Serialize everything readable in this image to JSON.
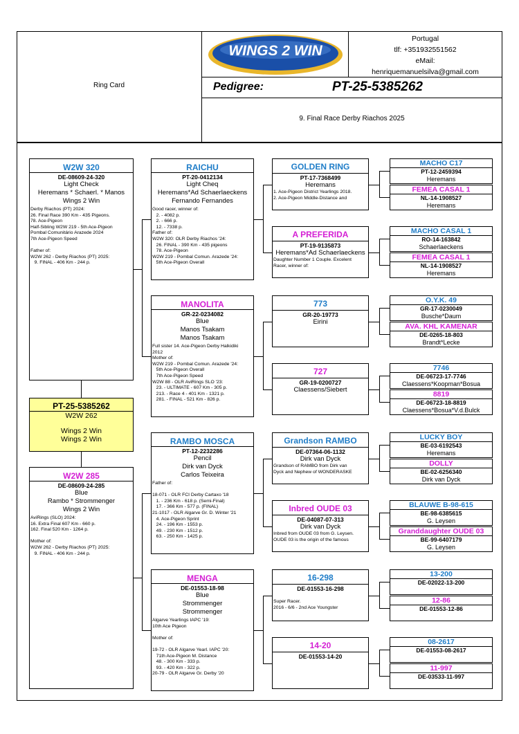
{
  "header": {
    "ring_card": "Ring Card",
    "logo_text": "WINGS 2 WIN",
    "country": "Portugal",
    "phone": "tlf: +351932551562",
    "email_label": "eMail:",
    "email": "henriquemanuelsilva@gmail.com",
    "pedigree_label": "Pedigree:",
    "pedigree_ring": "PT-25-5385262",
    "subtitle": "9. Final Race Derby Riachos 2025"
  },
  "subject": {
    "ring": "PT-25-5385262",
    "name": "W2W 262",
    "breeder1": "Wings 2 Win",
    "breeder2": "Wings 2 Win"
  },
  "gen1": {
    "sire": {
      "name": "W2W 320",
      "ring": "DE-08609-24-320",
      "color": "Light Check",
      "strain": "Heremans * Schaerl. * Manos",
      "owner": "Wings 2 Win",
      "notes": [
        "Derby Riachos (PT) 2024:",
        "26. Final Race 390 Km - 435 Pigeons.",
        "78. Ace-Pigeon",
        "Half-Sibling W2W 219 - 5th Ace-Pigeon",
        "Pombal Comunitário Arazede 2024",
        "7th Ace-Pigeon Speed",
        "",
        "Father of:",
        "W2W 262 - Derby Riachos (PT) 2025:",
        "   9. FINAL - 406 Km - 244 p."
      ]
    },
    "dam": {
      "name": "W2W 285",
      "ring": "DE-08609-24-285",
      "color": "Blue",
      "strain": "Rambo * Strommenger",
      "owner": "Wings 2 Win",
      "notes": [
        "AviRings (SLO) 2024:",
        "16. Extra Final 607 Km - 660 p.",
        "162. Final 520 Km - 1264 p.",
        "",
        "Mother of:",
        "W2W 262 - Derby Riachos (PT) 2025:",
        "   9. FINAL - 406 Km - 244 p."
      ]
    }
  },
  "gen2": [
    {
      "name": "RAICHU",
      "ring": "PT-20-0412134",
      "color": "Light Cheq",
      "strain": "Heremans*Ad Schaerlaeckens",
      "owner": "Fernando Fernandes",
      "notes": [
        "Good racer, winner of:",
        "   2. - 4082 p.",
        "   2. - 666 p.",
        "   12. - 7338 p.",
        "Father of:",
        "W2W 320: OLR Derby Riachos '24:",
        "   26. FINAL - 390 Km - 435 pigeons",
        "   78. Ace-Pigeon",
        "W2W 219 - Pombal Comun. Arazede '24:",
        "   5th Ace-Pigeon Overall"
      ]
    },
    {
      "name": "MANOLITA",
      "ring": "GR-22-0234082",
      "color": "Blue",
      "strain": "Manos Tsakam",
      "owner": "Manos Tsakam",
      "notes": [
        "Full sister 14. Ace-Pigeon Derby Halkidiki",
        "2012",
        "Mother of:",
        "W2W 219 - Pombal Comun. Arazede '24:",
        "   5th Ace-Pigeon Overall",
        "   7th Ace-Pigeon Speed",
        "W2W 88 - OLR AviRings SLO '23:",
        "   23. - ULTIMATE - 607 Km - 305 p.",
        "   213. - Race 4 - 401 Km - 1321 p.",
        "   281. - FINAL - 521 Km - 826 p."
      ]
    },
    {
      "name": "RAMBO MOSCA",
      "ring": "PT-12-2232286",
      "color": "Pencil",
      "strain": "Dirk van Dyck",
      "owner": "Carlos Teixeira",
      "notes": [
        "Father of:",
        "",
        "18-071 - OLR FCI Derby Cartaxo '18",
        "   1. - 236 Km - 618 p. (Semi-Final)",
        "   17. - 366 Km - 577 p. (FINAL)",
        "21-1017 - OLR Algarve Gr. D. Winter '21",
        "   4. Ace-Pigeon Sprint",
        "   24. - 196 Km - 1553 p.",
        "   49. - 230 Km - 1512 p.",
        "   63. - 250 Km - 1425 p."
      ]
    },
    {
      "name": "MENGA",
      "ring": "DE-01553-18-98",
      "color": "Blue",
      "strain": "Strommenger",
      "owner": "Strommenger",
      "notes": [
        "Algarve Yearlings IAPC '19:",
        "10th Ace Pigeon",
        "",
        "Mother of:",
        "",
        "19-72 - OLR Algarve Yearl. IAPC '20:",
        "   71th Ace-Pigeon M. Distance",
        "   48. - 300 Km - 333 p.",
        "   93. - 420 Km - 322 p.",
        "20-79 - OLR Algarve Gr. Derby '20"
      ]
    }
  ],
  "gen3": [
    {
      "name": "GOLDEN RING",
      "ring": "PT-17-7368499",
      "strain": "Heremans",
      "notes": [
        "1. Ace-Pigeon District Yearlings 2018.",
        "2. Ace-Pigeon Middle-Distance and"
      ]
    },
    {
      "name": "A PREFERIDA",
      "ring": "PT-19-9135873",
      "strain": "Heremans*Ad Schaerlaeckens",
      "notes": [
        "Daughter Number 1 Couple. Excelent",
        "Racer, winner of:"
      ]
    },
    {
      "name": "773",
      "ring": "GR-20-19773",
      "strain": "Eirini",
      "notes": []
    },
    {
      "name": "727",
      "ring": "GR-19-0200727",
      "strain": "Claessens/Siebert",
      "notes": []
    },
    {
      "name": "Grandson RAMBO",
      "ring": "DE-07364-06-1132",
      "strain": "Dirk van Dyck",
      "notes": [
        "Grandson of RAMBO from Dirk van",
        "Dyck and Nephew of WONDERASKE"
      ]
    },
    {
      "name": "Inbred OUDE 03",
      "ring": "DE-04087-07-313",
      "strain": "Dirk van Dyck",
      "notes": [
        "Inbred from OUDE 03 from G. Leysen.",
        "OUDE 03 is the origin of the famous"
      ]
    },
    {
      "name": "16-298",
      "ring": "DE-01553-16-298",
      "strain": "",
      "notes": [
        "Super Racer.",
        "2016 - 6/6 - 2nd Ace Youngster"
      ]
    },
    {
      "name": "14-20",
      "ring": "DE-01553-14-20",
      "strain": "",
      "notes": []
    }
  ],
  "gen4": [
    {
      "name": "MACHO C17",
      "ring": "PT-12-2459394",
      "strain": "Heremans"
    },
    {
      "name": "FEMEA CASAL 1",
      "ring": "NL-14-1908527",
      "strain": "Heremans"
    },
    {
      "name": "MACHO CASAL 1",
      "ring": "RO-14-163842",
      "strain": "Schaerlaeckens"
    },
    {
      "name": "FEMEA CASAL 1",
      "ring": "NL-14-1908527",
      "strain": "Heremans"
    },
    {
      "name": "O.Y.K. 49",
      "ring": "GR-17-0230049",
      "strain": "Busche*Daum"
    },
    {
      "name": "AVA. KHL KAMENAR",
      "ring": "DE-0265-18-803",
      "strain": "Brandt*Lecke"
    },
    {
      "name": "7746",
      "ring": "DE-06723-17-7746",
      "strain": "Claessens*Koopman*Bosua"
    },
    {
      "name": "8819",
      "ring": "DE-06723-18-8819",
      "strain": "Claessens*Bosua*V.d.Bulck"
    },
    {
      "name": "LUCKY BOY",
      "ring": "BE-03-6192543",
      "strain": "Heremans"
    },
    {
      "name": "DOLLY",
      "ring": "BE-02-6256340",
      "strain": "Dirk van Dyck"
    },
    {
      "name": "BLAUWE B-98-615",
      "ring": "BE-98-6385615",
      "strain": "G. Leysen"
    },
    {
      "name": "Granddaughter OUDE 03",
      "ring": "BE-99-6407179",
      "strain": "G. Leysen"
    },
    {
      "name": "13-200",
      "ring": "DE-02022-13-200",
      "strain": ""
    },
    {
      "name": "12-86",
      "ring": "DE-01553-12-86",
      "strain": ""
    },
    {
      "name": "08-2617",
      "ring": "DE-01553-08-2617",
      "strain": ""
    },
    {
      "name": "11-997",
      "ring": "DE-03533-11-997",
      "strain": ""
    }
  ],
  "colors": {
    "male": "#1f7dc8",
    "female": "#d41fd4",
    "subject_bg": "#ffff99"
  }
}
